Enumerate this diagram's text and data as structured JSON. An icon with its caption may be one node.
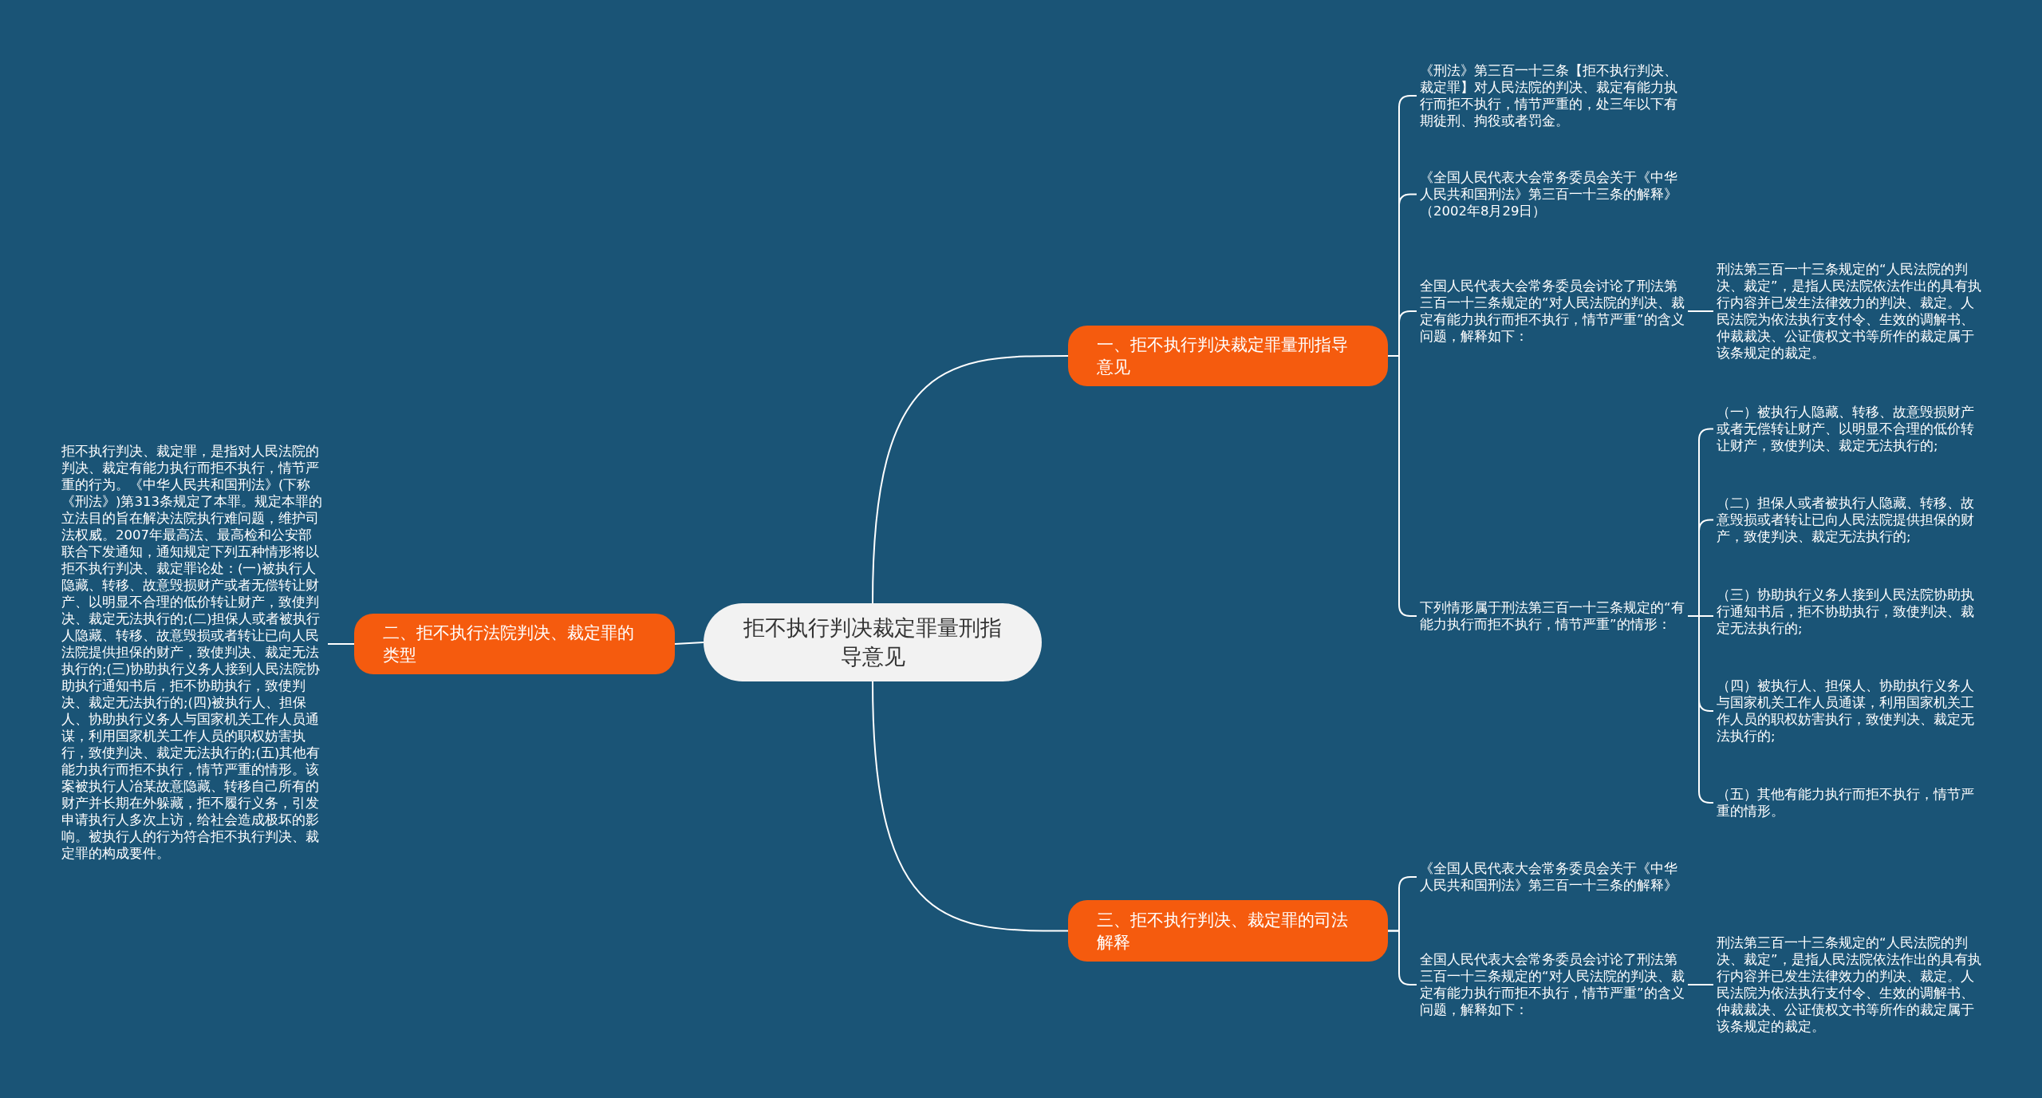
{
  "diagram": {
    "nodes": [
      {
        "text": [
          "拒不执行判决裁定罪量刑指导意见"
        ]
      },
      {
        "text": [
          "一、拒不执行判决裁定罪量刑指导意见"
        ]
      },
      {
        "text": [
          "二、拒不执行法院判决、裁定罪的类型"
        ]
      },
      {
        "text": [
          "三、拒不执行判决、裁定罪的司法解释"
        ]
      },
      {
        "text": [
          "拒不执行判决、裁定罪，是指对人民法院的判决、裁定有能力执行而拒不执行，情节严重的行为。《中华人民共和国刑法》(下称《刑法》)第313条规定了本罪。规定本罪的立法目的旨在解决法院执行难问题，维护司法权威。2007年最高法、最高检和公安部联合下发通知，通知规定下列五种情形将以拒不执行判决、裁定罪论处：(一)被执行人隐藏、转移、故意毁损财产或者无偿转让财产、以明显不合理的低价转让财产，致使判决、裁定无法执行的;(二)担保人或者被执行人隐藏、转移、故意毁损或者转让已向人民法院提供担保的财产，致使判决、裁定无法执行的;(三)协助执行义务人接到人民法院协助执行通知书后，拒不协助执行，致使判决、裁定无法执行的;(四)被执行人、担保人、协助执行义务人与国家机关工作人员通谋，利用国家机关工作人员的职权妨害执行，致使判决、裁定无法执行的;(五)其他有能力执行而拒不执行，情节严重的情形。该案被执行人冶某故意隐藏、转移自己所有的财产并长期在外躲藏，拒不履行义务，引发申请执行人多次上访，给社会造成极坏的影响。被执行人的行为符合拒不执行判决、裁定罪的构成要件。"
        ]
      },
      {
        "text": [
          "《刑法》第三百一十三条【拒不执行判决、裁定罪】对人民法院的判决、裁定有能力执行而拒不执行，情节严重的，处三年以下有期徒刑、拘役或者罚金。"
        ]
      },
      {
        "text": [
          "《全国人民代表大会常务委员会关于《中华人民共和国刑法》第三百一十三条的解释》（2002年8月29日）"
        ]
      },
      {
        "text": [
          "全国人民代表大会常务委员会讨论了刑法第三百一十三条规定的“对人民法院的判决、裁定有能力执行而拒不执行，情节严重”的含义问题，解释如下："
        ]
      },
      {
        "text": [
          "刑法第三百一十三条规定的“人民法院的判决、裁定”，是指人民法院依法作出的具有执行内容并已发生法律效力的判决、裁定。人民法院为依法执行支付令、生效的调解书、仲裁裁决、公证债权文书等所作的裁定属于该条规定的裁定。"
        ]
      },
      {
        "text": [
          "下列情形属于刑法第三百一十三条规定的“有能力执行而拒不执行，情节严重”的情形："
        ]
      },
      {
        "text": [
          "（一）被执行人隐藏、转移、故意毁损财产或者无偿转让财产、以明显不合理的低价转让财产，致使判决、裁定无法执行的;"
        ]
      },
      {
        "text": [
          "（二）担保人或者被执行人隐藏、转移、故意毁损或者转让已向人民法院提供担保的财产，致使判决、裁定无法执行的;"
        ]
      },
      {
        "text": [
          "（三）协助执行义务人接到人民法院协助执行通知书后，拒不协助执行，致使判决、裁定无法执行的;"
        ]
      },
      {
        "text": [
          "（四）被执行人、担保人、协助执行义务人与国家机关工作人员通谋，利用国家机关工作人员的职权妨害执行，致使判决、裁定无法执行的;"
        ]
      },
      {
        "text": [
          "（五）其他有能力执行而拒不执行，情节严重的情形。"
        ]
      },
      {
        "text": [
          "《全国人民代表大会常务委员会关于《中华人民共和国刑法》第三百一十三条的解释》"
        ]
      },
      {
        "text": [
          "全国人民代表大会常务委员会讨论了刑法第三百一十三条规定的“对人民法院的判决、裁定有能力执行而拒不执行，情节严重”的含义问题，解释如下："
        ]
      },
      {
        "text": [
          "刑法第三百一十三条规定的“人民法院的判决、裁定”，是指人民法院依法作出的具有执行内容并已发生法律效力的判决、裁定。人民法院为依法执行支付令、生效的调解书、仲裁裁决、公证债权文书等所作的裁定属于该条规定的裁定。"
        ]
      }
    ],
    "edges": [
      {
        "from": 0,
        "to": 1,
        "arrow": "none"
      },
      {
        "from": 0,
        "to": 2,
        "arrow": "none"
      },
      {
        "from": 0,
        "to": 3,
        "arrow": "none"
      },
      {
        "from": 2,
        "to": 4,
        "arrow": "none"
      },
      {
        "from": 1,
        "to": 5,
        "arrow": "none"
      },
      {
        "from": 1,
        "to": 6,
        "arrow": "none"
      },
      {
        "from": 1,
        "to": 7,
        "arrow": "none"
      },
      {
        "from": 7,
        "to": 8,
        "arrow": "none"
      },
      {
        "from": 1,
        "to": 9,
        "arrow": "none"
      },
      {
        "from": 9,
        "to": 10,
        "arrow": "none"
      },
      {
        "from": 9,
        "to": 11,
        "arrow": "none"
      },
      {
        "from": 9,
        "to": 12,
        "arrow": "none"
      },
      {
        "from": 9,
        "to": 13,
        "arrow": "none"
      },
      {
        "from": 9,
        "to": 14,
        "arrow": "none"
      },
      {
        "from": 3,
        "to": 15,
        "arrow": "none"
      },
      {
        "from": 3,
        "to": 16,
        "arrow": "none"
      },
      {
        "from": 16,
        "to": 17,
        "arrow": "none"
      }
    ]
  }
}
